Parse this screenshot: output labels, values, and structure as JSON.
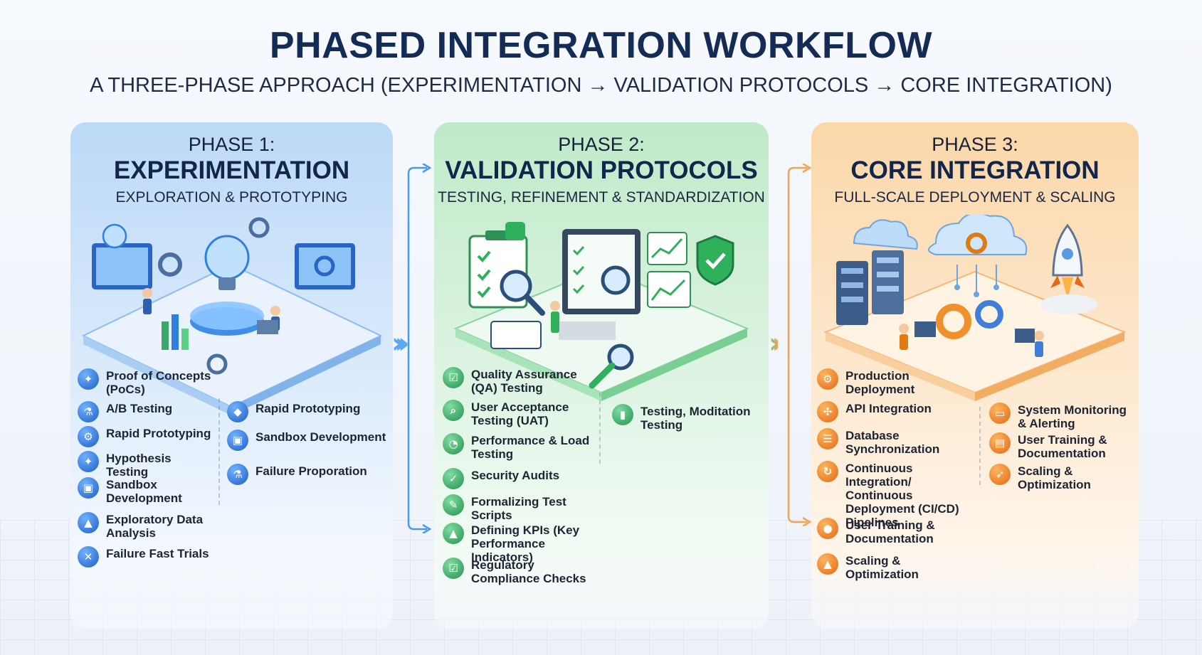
{
  "header": {
    "title": "PHASED INTEGRATION WORKFLOW",
    "subtitle": "A THREE-PHASE APPROACH (EXPERIMENTATION → VALIDATION PROTOCOLS → CORE INTEGRATION)"
  },
  "phases": [
    {
      "label": "PHASE 1:",
      "name": "EXPERIMENTATION",
      "subtitle": "EXPLORATION & PROTOTYPING",
      "color": "#2f7fe0",
      "left_items": [
        {
          "icon": "lightbulb-icon",
          "text": "Proof of Concepts (PoCs)"
        },
        {
          "icon": "flask-icon",
          "text": "A/B Testing"
        },
        {
          "icon": "gear-icon",
          "text": "Rapid Prototyping"
        },
        {
          "icon": "lightbulb-icon",
          "text": "Hypothesis Testing"
        },
        {
          "icon": "sandbox-icon",
          "text": "Sandbox Development"
        },
        {
          "icon": "chart-icon",
          "text": "Exploratory Data Analysis"
        },
        {
          "icon": "tools-icon",
          "text": "Failure Fast Trials"
        }
      ],
      "right_items": [
        {
          "icon": "prototype-icon",
          "text": "Rapid Prototyping"
        },
        {
          "icon": "sandbox-icon",
          "text": "Sandbox Development"
        },
        {
          "icon": "flask-icon",
          "text": "Failure Proporation"
        }
      ]
    },
    {
      "label": "PHASE 2:",
      "name": "VALIDATION PROTOCOLS",
      "subtitle": "TESTING, REFINEMENT & STANDARDIZATION",
      "color": "#2fb15b",
      "left_items": [
        {
          "icon": "clipboard-icon",
          "text": "Quality Assurance (QA) Testing"
        },
        {
          "icon": "magnifier-icon",
          "text": "User Acceptance Testing (UAT)"
        },
        {
          "icon": "gauge-icon",
          "text": "Performance & Load Testing"
        },
        {
          "icon": "shield-icon",
          "text": "Security Audits"
        },
        {
          "icon": "script-icon",
          "text": "Formalizing Test Scripts"
        },
        {
          "icon": "chart-icon",
          "text": "Defining KPIs (Key Performance Indicators)"
        },
        {
          "icon": "checklist-icon",
          "text": "Regulatory Compliance Checks"
        }
      ],
      "right_items": [
        {
          "icon": "bars-icon",
          "text": "Testing, Moditation Testing"
        }
      ]
    },
    {
      "label": "PHASE 3:",
      "name": "CORE INTEGRATION",
      "subtitle": "FULL-SCALE DEPLOYMENT & SCALING",
      "color": "#f0902a",
      "left_items": [
        {
          "icon": "gear-icon",
          "text": "Production Deployment"
        },
        {
          "icon": "api-icon",
          "text": "API Integration"
        },
        {
          "icon": "database-icon",
          "text": "Database Synchronization"
        },
        {
          "icon": "cicd-icon",
          "text": "Continuous Integration/ Continuous Deployment (CI/CD) Pipelines"
        },
        {
          "icon": "user-icon",
          "text": "User Training & Documentation"
        },
        {
          "icon": "chart-icon",
          "text": "Scaling & Optimization"
        }
      ],
      "right_items": [
        {
          "icon": "monitor-icon",
          "text": "System Monitoring & Alerting"
        },
        {
          "icon": "book-icon",
          "text": "User Training & Documentation"
        },
        {
          "icon": "rocket-icon",
          "text": "Scaling & Optimization"
        }
      ]
    }
  ]
}
